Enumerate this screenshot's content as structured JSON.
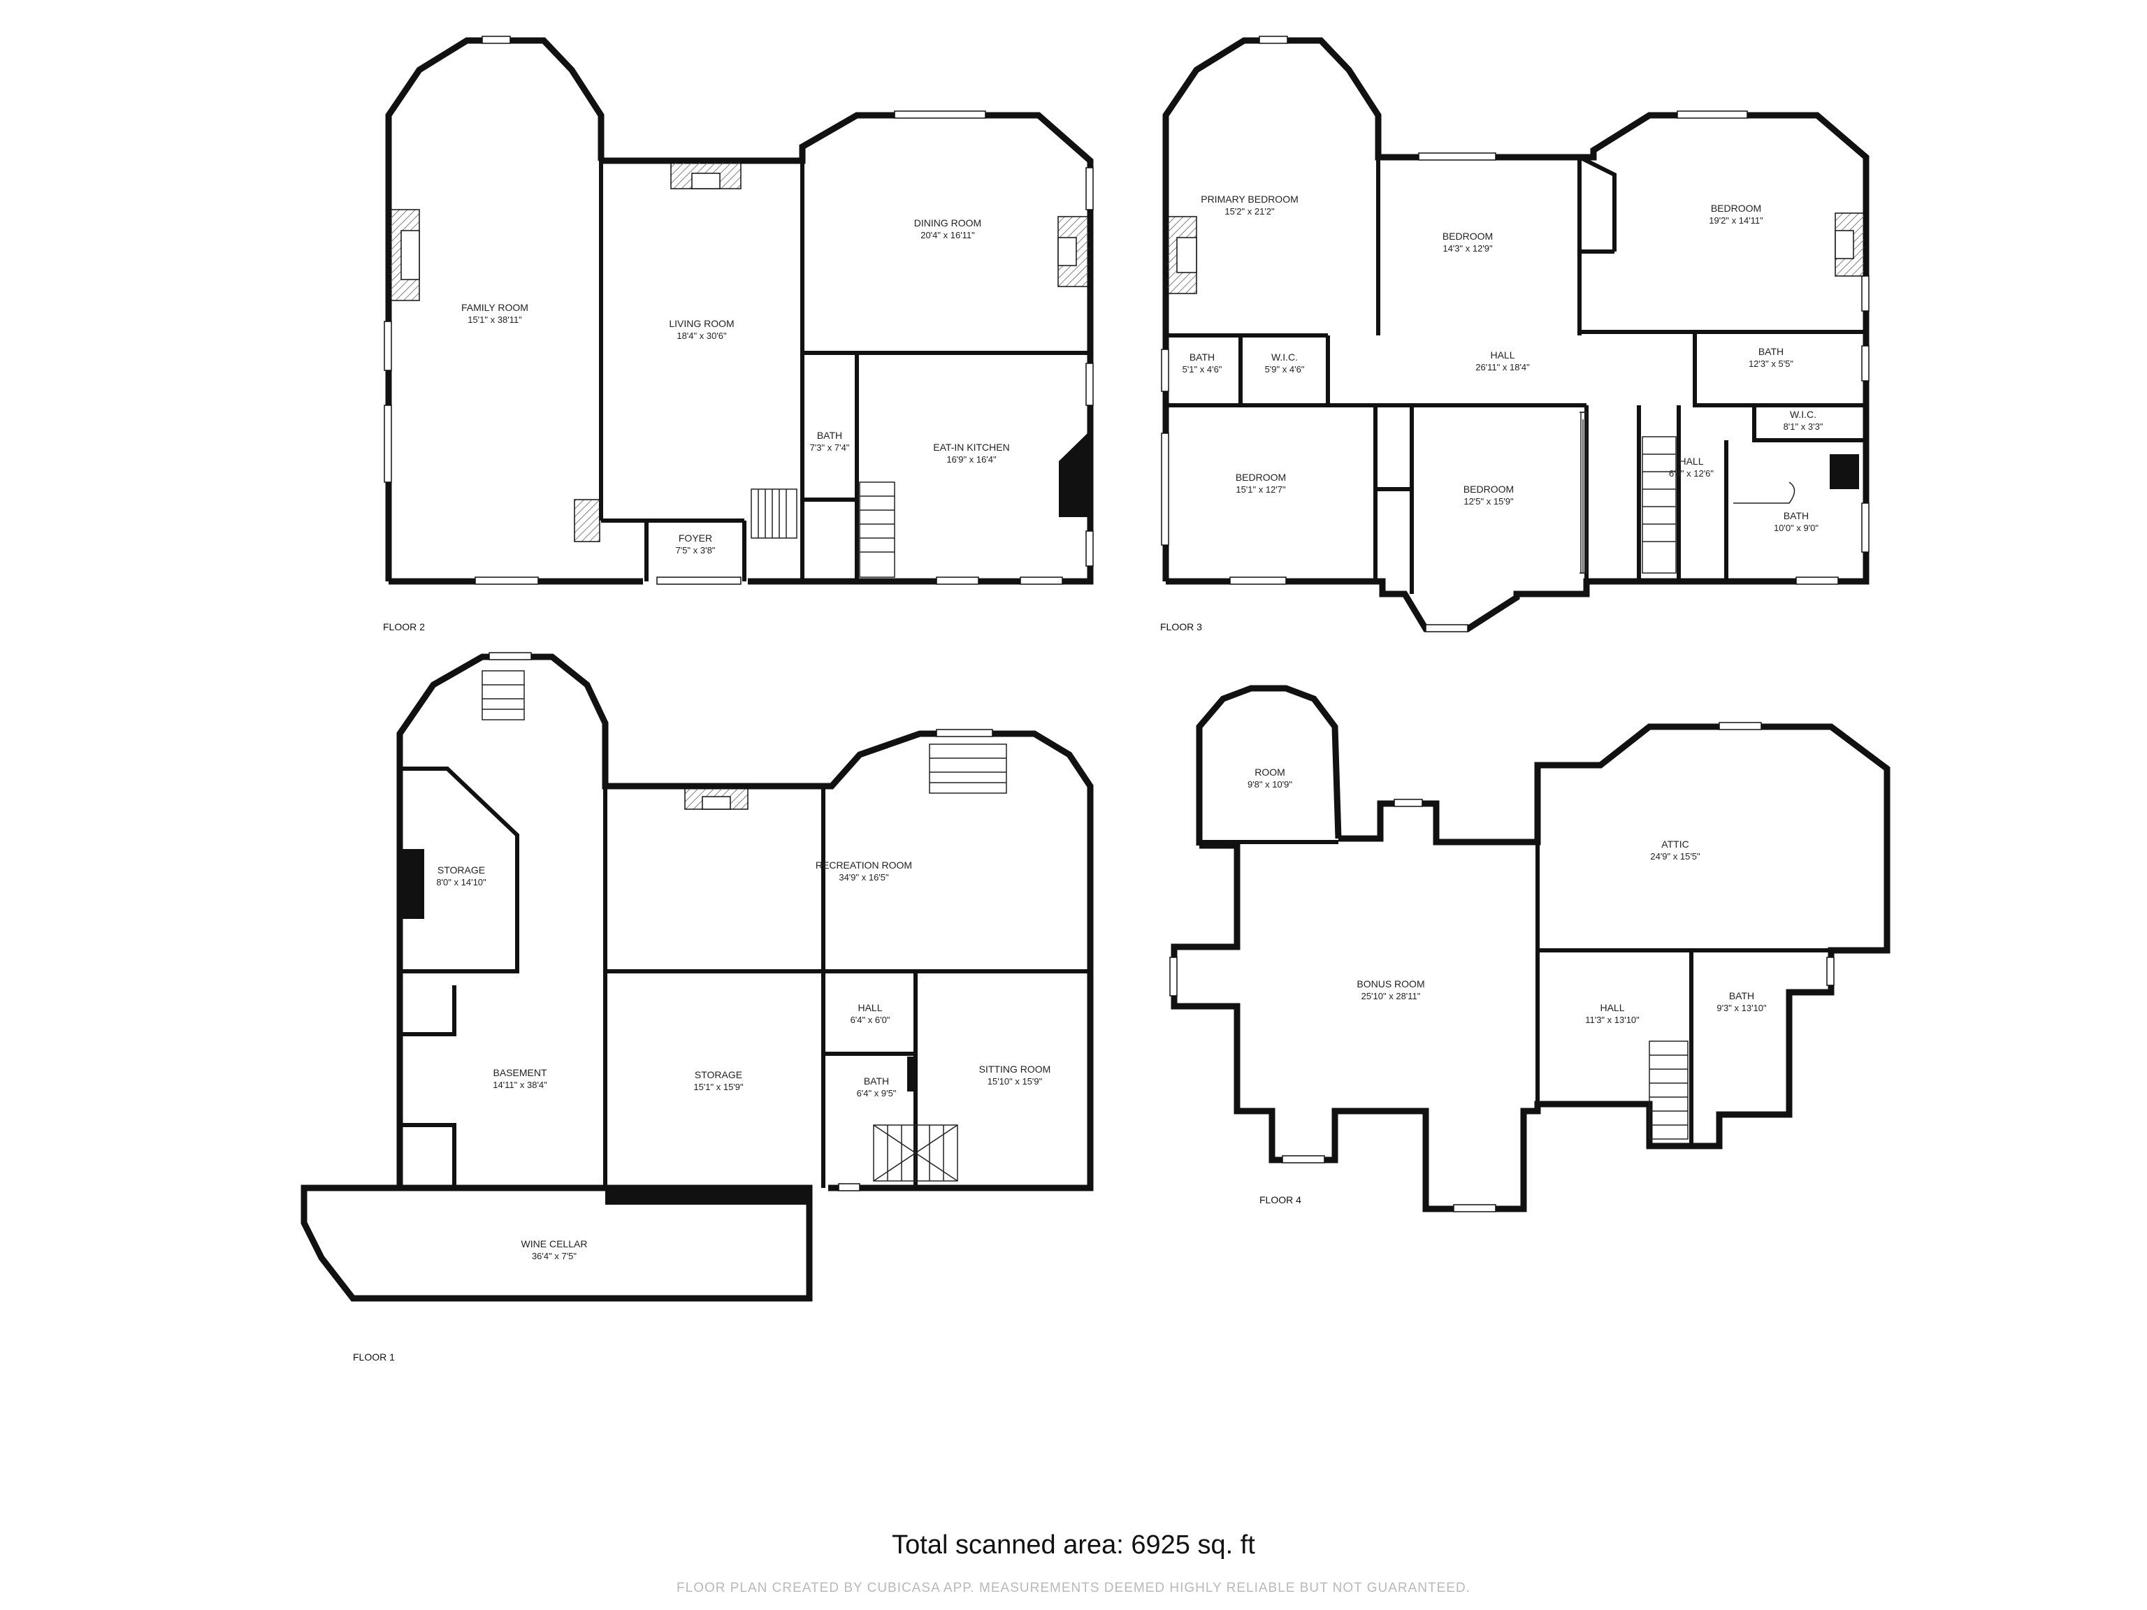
{
  "floors": [
    {
      "label": "FLOOR 2",
      "rooms": [
        {
          "name": "FAMILY ROOM",
          "dims": "15'1\" x 38'11\""
        },
        {
          "name": "LIVING ROOM",
          "dims": "18'4\" x 30'6\""
        },
        {
          "name": "DINING ROOM",
          "dims": "20'4\" x 16'11\""
        },
        {
          "name": "BATH",
          "dims": "7'3\" x 7'4\""
        },
        {
          "name": "EAT-IN KITCHEN",
          "dims": "16'9\" x 16'4\""
        },
        {
          "name": "FOYER",
          "dims": "7'5\" x 3'8\""
        }
      ]
    },
    {
      "label": "FLOOR 3",
      "rooms": [
        {
          "name": "PRIMARY BEDROOM",
          "dims": "15'2\" x 21'2\""
        },
        {
          "name": "BEDROOM",
          "dims": "14'3\" x 12'9\""
        },
        {
          "name": "BEDROOM",
          "dims": "19'2\" x 14'11\""
        },
        {
          "name": "BATH",
          "dims": "5'1\" x 4'6\""
        },
        {
          "name": "W.I.C.",
          "dims": "5'9\" x 4'6\""
        },
        {
          "name": "HALL",
          "dims": "26'11\" x 18'4\""
        },
        {
          "name": "BATH",
          "dims": "12'3\" x 5'5\""
        },
        {
          "name": "W.I.C.",
          "dims": "8'1\" x 3'3\""
        },
        {
          "name": "BEDROOM",
          "dims": "15'1\" x 12'7\""
        },
        {
          "name": "BEDROOM",
          "dims": "12'5\" x 15'9\""
        },
        {
          "name": "HALL",
          "dims": "6'4\" x 12'6\""
        },
        {
          "name": "BATH",
          "dims": "10'0\" x 9'0\""
        }
      ]
    },
    {
      "label": "FLOOR 1",
      "rooms": [
        {
          "name": "STORAGE",
          "dims": "8'0\" x 14'10\""
        },
        {
          "name": "RECREATION ROOM",
          "dims": "34'9\" x 16'5\""
        },
        {
          "name": "HALL",
          "dims": "6'4\" x 6'0\""
        },
        {
          "name": "BASEMENT",
          "dims": "14'11\" x 38'4\""
        },
        {
          "name": "STORAGE",
          "dims": "15'1\" x 15'9\""
        },
        {
          "name": "BATH",
          "dims": "6'4\" x 9'5\""
        },
        {
          "name": "SITTING ROOM",
          "dims": "15'10\" x 15'9\""
        },
        {
          "name": "WINE CELLAR",
          "dims": "36'4\" x 7'5\""
        }
      ]
    },
    {
      "label": "FLOOR 4",
      "rooms": [
        {
          "name": "ROOM",
          "dims": "9'8\" x 10'9\""
        },
        {
          "name": "ATTIC",
          "dims": "24'9\" x 15'5\""
        },
        {
          "name": "BONUS ROOM",
          "dims": "25'10\" x 28'11\""
        },
        {
          "name": "HALL",
          "dims": "11'3\" x 13'10\""
        },
        {
          "name": "BATH",
          "dims": "9'3\" x 13'10\""
        }
      ]
    }
  ],
  "total_area": "Total scanned area: 6925 sq. ft",
  "disclaimer": "FLOOR PLAN CREATED BY CUBICASA APP. MEASUREMENTS DEEMED HIGHLY RELIABLE BUT NOT GUARANTEED.",
  "colors": {
    "wall": "#111111",
    "disclaimer": "#b9b9b9"
  }
}
